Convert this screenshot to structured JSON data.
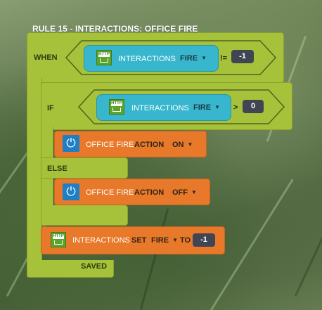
{
  "rule_title": "RULE 15 - INTERACTIONS: OFFICE FIRE",
  "when_block": {
    "keyword": "WHEN",
    "device_label": "INTERACTIONS",
    "property": "FIRE",
    "operator": "!=",
    "value": "-1"
  },
  "if_block": {
    "keyword": "IF",
    "device_label": "INTERACTIONS",
    "property": "FIRE",
    "operator": ">",
    "value": "0"
  },
  "then_action": {
    "device": "OFFICE FIRE",
    "verb": "ACTION",
    "value": "ON"
  },
  "else_block": {
    "keyword": "ELSE",
    "device": "OFFICE FIRE",
    "verb": "ACTION",
    "value": "OFF"
  },
  "set_action": {
    "device_label": "INTERACTIONS",
    "verb": "SET",
    "property": "FIRE",
    "to_label": "TO",
    "value": "-1"
  },
  "status": "SAVED",
  "http_icon_text": "HTTP",
  "colors": {
    "rule_block": "#a6c13a",
    "device_pill": "#37b6cd",
    "action_block": "#e8782a",
    "number_field": "#3f4552",
    "http_icon": "#5aa52a",
    "power_icon": "#1e7fc4"
  },
  "icons": [
    "http-icon",
    "power-icon",
    "dropdown-arrow-icon"
  ]
}
